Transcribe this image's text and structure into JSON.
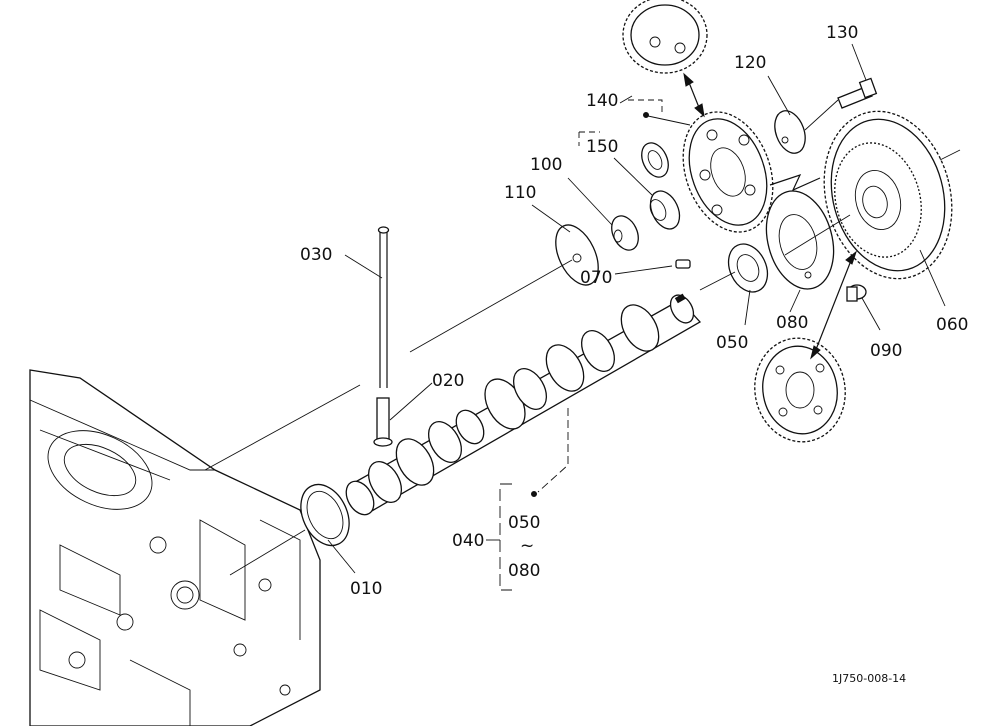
{
  "labels": {
    "p010": "010",
    "p020": "020",
    "p030": "030",
    "p040": "040",
    "p050": "050",
    "p050b": "050",
    "p060": "060",
    "p070": "070",
    "p080": "080",
    "p080b": "080",
    "p090": "090",
    "p100": "100",
    "p110": "110",
    "p120": "120",
    "p130": "130",
    "p140": "140",
    "p150": "150",
    "tilde": "~"
  },
  "figure_code": "1J750-008-14"
}
